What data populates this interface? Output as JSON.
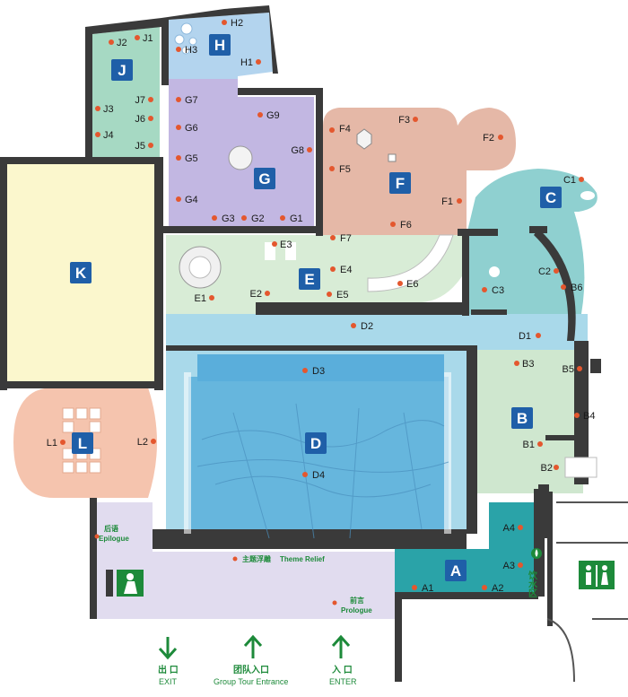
{
  "colors": {
    "wall": "#3a3a3a",
    "zone_badge": "#1f5fa8",
    "point_dot": "#e4572e",
    "green": "#1d8a3a",
    "zone_A": "#2aa3a8",
    "zone_B": "#cfe7cf",
    "zone_C": "#8fd0d0",
    "zone_D": "#a9d9ea",
    "zone_D_model": "#66b6dd",
    "zone_E": "#d8ecd6",
    "zone_F": "#e5b8a7",
    "zone_G": "#c2b7e2",
    "zone_H": "#b3d4ee",
    "zone_J": "#a6d9c3",
    "zone_K": "#fbf7cd",
    "zone_L": "#f5c4ae",
    "zone_lobby": "#e1dcef"
  },
  "zones": {
    "A": "A",
    "B": "B",
    "C": "C",
    "D": "D",
    "E": "E",
    "F": "F",
    "G": "G",
    "H": "H",
    "J": "J",
    "K": "K",
    "L": "L"
  },
  "points": {
    "A1": "A1",
    "A2": "A2",
    "A3": "A3",
    "A4": "A4",
    "B1": "B1",
    "B2": "B2",
    "B3": "B3",
    "B4": "B4",
    "B5": "B5",
    "B6": "B6",
    "C1": "C1",
    "C2": "C2",
    "C3": "C3",
    "D1": "D1",
    "D2": "D2",
    "D3": "D3",
    "D4": "D4",
    "E1": "E1",
    "E2": "E2",
    "E3": "E3",
    "E4": "E4",
    "E5": "E5",
    "E6": "E6",
    "F1": "F1",
    "F2": "F2",
    "F3": "F3",
    "F4": "F4",
    "F5": "F5",
    "F6": "F6",
    "F7": "F7",
    "G1": "G1",
    "G2": "G2",
    "G3": "G3",
    "G4": "G4",
    "G5": "G5",
    "G6": "G6",
    "G7": "G7",
    "G8": "G8",
    "G9": "G9",
    "H1": "H1",
    "H2": "H2",
    "H3": "H3",
    "J1": "J1",
    "J2": "J2",
    "J3": "J3",
    "J4": "J4",
    "J5": "J5",
    "J6": "J6",
    "J7": "J7",
    "L1": "L1",
    "L2": "L2"
  },
  "labels": {
    "epilogue_cn": "后语",
    "epilogue_en": "Epilogue",
    "theme_relief_cn": "主题浮雕",
    "theme_relief_en": "Theme Relief",
    "prologue_cn": "前言",
    "prologue_en": "Prologue",
    "drinking_area": "饮水区"
  },
  "entrances": {
    "exit_cn": "出 口",
    "exit_en": "EXIT",
    "group_cn": "团队入口",
    "group_en": "Group Tour Entrance",
    "enter_cn": "入 口",
    "enter_en": "ENTER"
  },
  "icons": {
    "emergency_exit": "emergency-exit-icon",
    "restroom": "restroom-icon",
    "water": "water-drop-icon",
    "arrow": "arrow-down-icon"
  }
}
